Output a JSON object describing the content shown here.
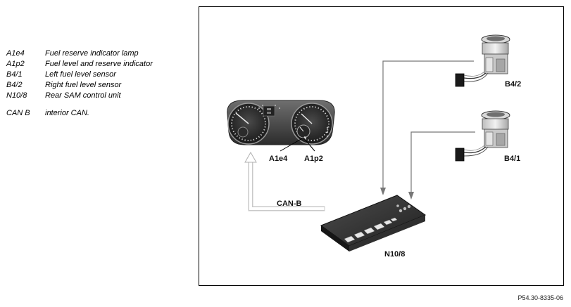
{
  "legend": {
    "items": [
      {
        "code": "A1e4",
        "desc": "Fuel reserve indicator lamp"
      },
      {
        "code": "A1p2",
        "desc": "Fuel level and reserve indicator"
      },
      {
        "code": "B4/1",
        "desc": "Left fuel level sensor"
      },
      {
        "code": "B4/2",
        "desc": "Right fuel level sensor"
      },
      {
        "code": "N10/8",
        "desc": "Rear SAM control unit"
      }
    ],
    "can": {
      "code": "CAN B",
      "desc": "interior CAN."
    }
  },
  "diagram": {
    "labels": {
      "lamp": "A1e4",
      "indicator": "A1p2",
      "right_sensor": "B4/2",
      "left_sensor": "B4/1",
      "control_unit": "N10/8",
      "bus": "CAN-B"
    }
  },
  "figure_ref": "P54.30-8335-06"
}
